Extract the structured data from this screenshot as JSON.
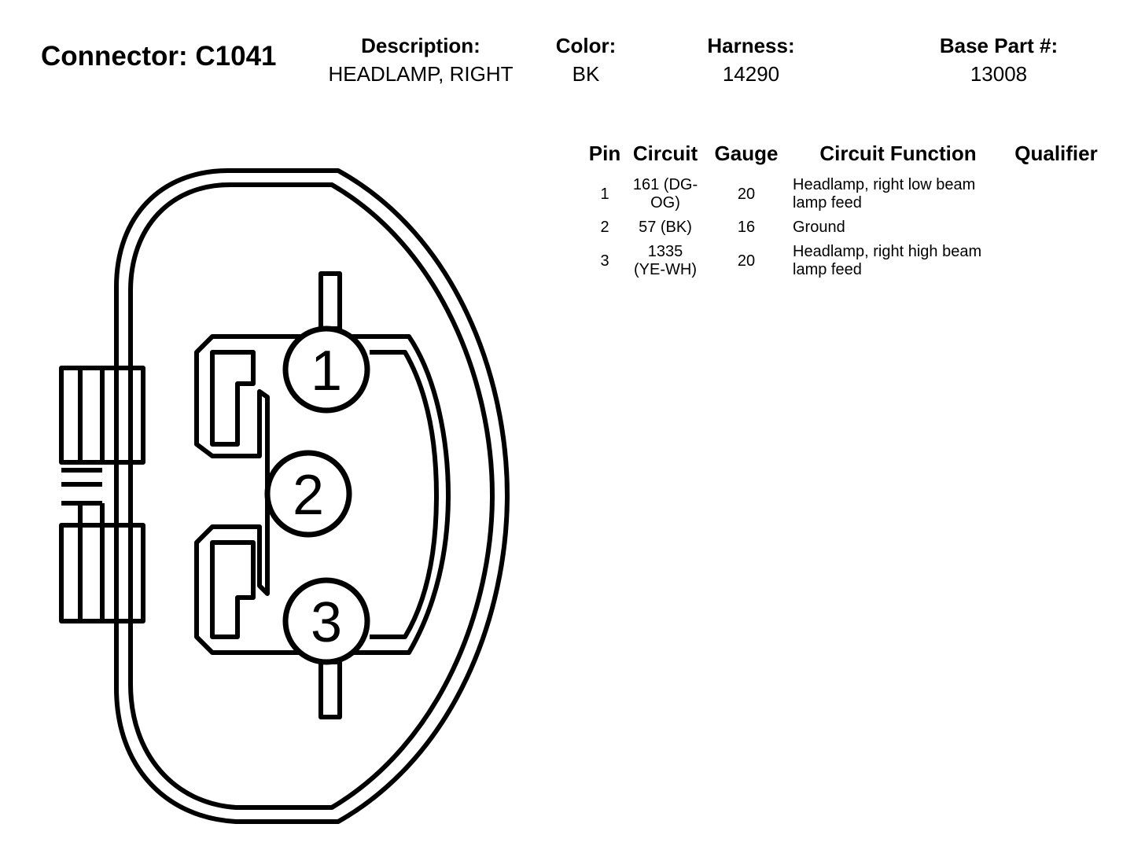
{
  "header": {
    "connector_title": "Connector: C1041",
    "description_label": "Description:",
    "description_value": "HEADLAMP, RIGHT",
    "color_label": "Color:",
    "color_value": "BK",
    "harness_label": "Harness:",
    "harness_value": "14290",
    "base_part_label": "Base Part #:",
    "base_part_value": "13008"
  },
  "table": {
    "headers": {
      "pin": "Pin",
      "circuit": "Circuit",
      "gauge": "Gauge",
      "function": "Circuit Function",
      "qualifier": "Qualifier"
    },
    "rows": [
      {
        "pin": "1",
        "circuit": "161 (DG-OG)",
        "gauge": "20",
        "function": "Headlamp, right low beam lamp feed",
        "qualifier": ""
      },
      {
        "pin": "2",
        "circuit": "57 (BK)",
        "gauge": "16",
        "function": "Ground",
        "qualifier": ""
      },
      {
        "pin": "3",
        "circuit": "1335 (YE-WH)",
        "gauge": "20",
        "function": "Headlamp, right high beam lamp feed",
        "qualifier": ""
      }
    ]
  },
  "diagram": {
    "pin_labels": [
      "1",
      "2",
      "3"
    ]
  }
}
